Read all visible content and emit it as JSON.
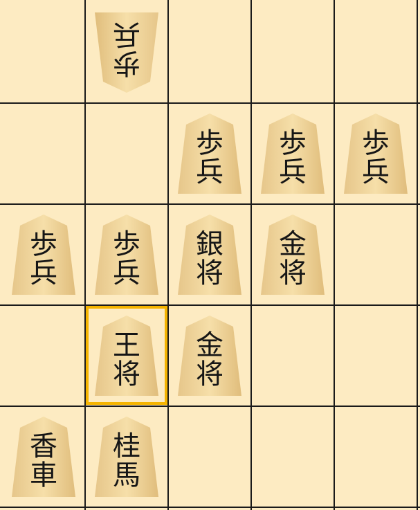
{
  "pieces": [
    {
      "top": "歩",
      "bottom": "兵",
      "owner": "gote"
    },
    {
      "top": "歩",
      "bottom": "兵",
      "owner": "sente"
    },
    {
      "top": "歩",
      "bottom": "兵",
      "owner": "sente"
    },
    {
      "top": "歩",
      "bottom": "兵",
      "owner": "sente"
    },
    {
      "top": "歩",
      "bottom": "兵",
      "owner": "sente"
    },
    {
      "top": "歩",
      "bottom": "兵",
      "owner": "sente"
    },
    {
      "top": "銀",
      "bottom": "将",
      "owner": "sente"
    },
    {
      "top": "金",
      "bottom": "将",
      "owner": "sente"
    },
    {
      "top": "王",
      "bottom": "将",
      "owner": "sente",
      "selected": true
    },
    {
      "top": "金",
      "bottom": "将",
      "owner": "sente"
    },
    {
      "top": "香",
      "bottom": "車",
      "owner": "sente"
    },
    {
      "top": "桂",
      "bottom": "馬",
      "owner": "sente"
    }
  ],
  "colors": {
    "board": "#fdebc2",
    "grid": "#1a1a1a",
    "piece_light": "#f5dca4",
    "piece_dark": "#e2c07e",
    "selection": "#f5b400"
  }
}
